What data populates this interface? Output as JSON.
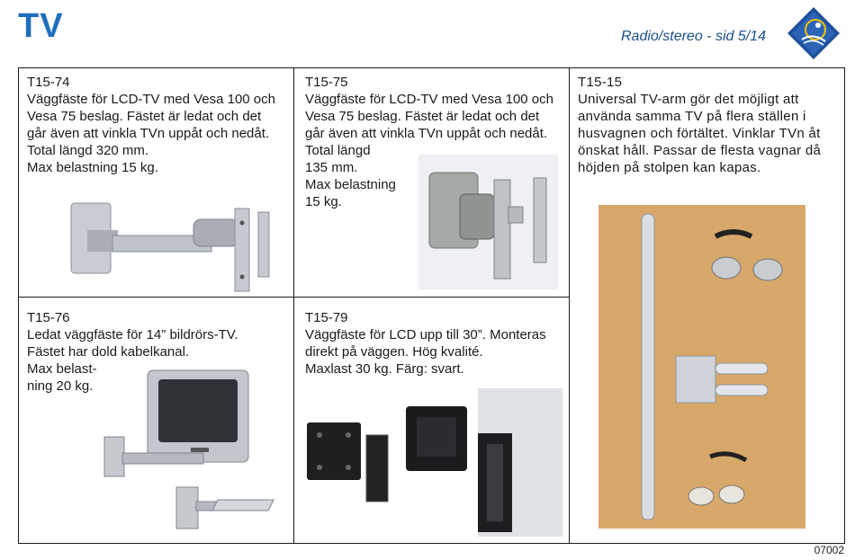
{
  "page": {
    "title": "TV",
    "subtitle": "Radio/stereo - sid 5/14",
    "footer_code": "07002"
  },
  "products": [
    {
      "code": "T15-74",
      "description": "Väggfäste för LCD-TV med Vesa 100 och\nVesa 75 beslag. Fästet är ledat och det\ngår även att vinkla TVn uppåt och nedåt.\nTotal längd 320 mm.\nMax belastning 15 kg."
    },
    {
      "code": "T15-75",
      "description": "Väggfäste för LCD-TV med Vesa 100 och\nVesa 75 beslag. Fästet är ledat och det\ngår även att vinkla TVn uppåt och nedåt.\nTotal längd\n135 mm.\nMax belastning\n15 kg."
    },
    {
      "code": "T15-15",
      "description": "Universal TV-arm gör det möjligt att\nanvända samma TV på flera ställen i\nhusvagnen och förtältet. Vinklar TVn åt\nönskat håll. Passar de flesta vagnar då\nhöjden på stolpen kan kapas."
    },
    {
      "code": "T15-76",
      "description": "Ledat väggfäste för 14” bildrörs-TV.\nFästet har dold kabelkanal.\nMax belast-\nning 20 kg."
    },
    {
      "code": "T15-79",
      "description": "Väggfäste för LCD upp till 30”. Monteras\ndirekt på väggen. Hög kvalité.\nMaxlast 30 kg. Färg: svart."
    }
  ],
  "colors": {
    "title_blue": "#1f6fc0",
    "logo_blue": "#1e4f9c",
    "wood": "#d8a86a"
  }
}
